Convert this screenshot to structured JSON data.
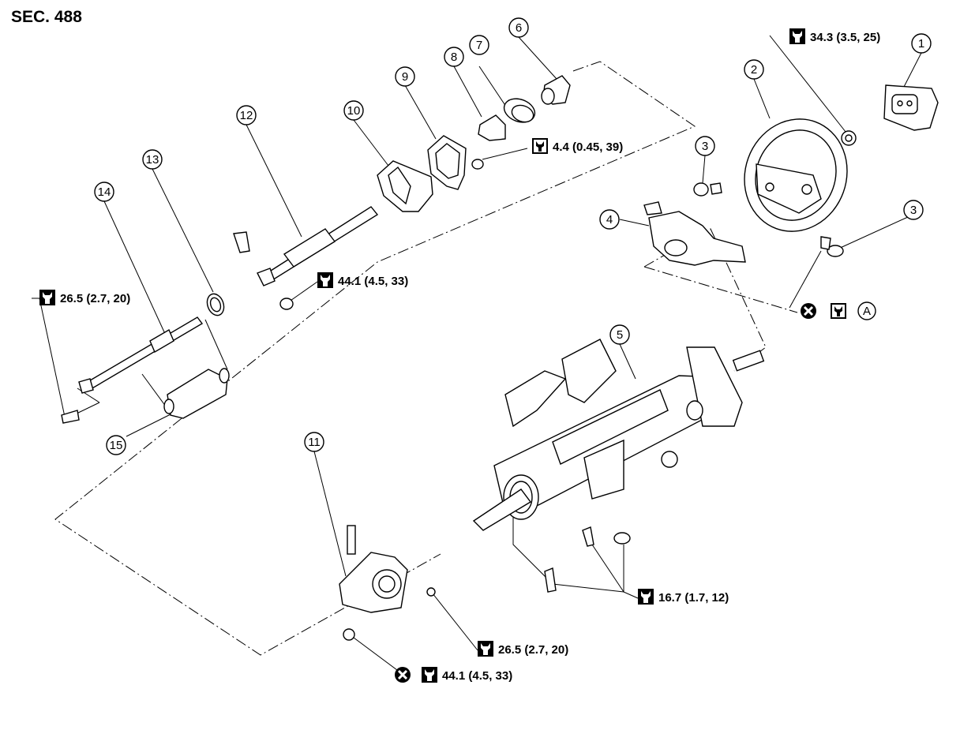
{
  "section": "SEC. 488",
  "callouts": [
    {
      "num": "1"
    },
    {
      "num": "2"
    },
    {
      "num": "3"
    },
    {
      "num": "3"
    },
    {
      "num": "4"
    },
    {
      "num": "5"
    },
    {
      "num": "6"
    },
    {
      "num": "7"
    },
    {
      "num": "8"
    },
    {
      "num": "9"
    },
    {
      "num": "10"
    },
    {
      "num": "11"
    },
    {
      "num": "12"
    },
    {
      "num": "13"
    },
    {
      "num": "14"
    },
    {
      "num": "15"
    }
  ],
  "torque": [
    {
      "value": "34.3 (3.5, 25)"
    },
    {
      "value": "4.4 (0.45, 39)"
    },
    {
      "value": "44.1 (4.5, 33)"
    },
    {
      "value": "26.5 (2.7, 20)"
    },
    {
      "value": "16.7 (1.7, 12)"
    },
    {
      "value": "26.5 (2.7, 20)"
    },
    {
      "value": "44.1 (4.5, 33)"
    }
  ],
  "marker_a": "A",
  "icons": [
    "torque-wrench-icon",
    "do-not-reuse-icon",
    "torque-wrench-filled-icon"
  ]
}
